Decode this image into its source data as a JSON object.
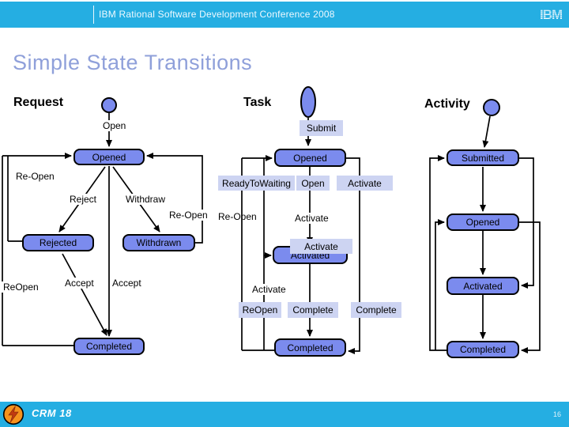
{
  "header": {
    "title": "IBM Rational Software Development Conference 2008",
    "logo": "IBM"
  },
  "slide_title": "Simple State Transitions",
  "footer": {
    "brand": "CRM 18",
    "page": "16"
  },
  "colors": {
    "bar_cyan": "#25AEE2",
    "state_fill": "#7B8BEE",
    "label_lavender": "#CDD4F2",
    "title_text": "#8FA0DA",
    "badge_orange": "#F5921E",
    "badge_bolt": "#C03A10"
  },
  "diagrams": {
    "request": {
      "label": "Request",
      "states": {
        "opened": "Opened",
        "rejected": "Rejected",
        "withdrawn": "Withdrawn",
        "completed": "Completed"
      },
      "transitions": {
        "open": "Open",
        "reopen_left": "Re-Open",
        "reject": "Reject",
        "withdraw": "Withdraw",
        "reopen_right": "Re-Open",
        "reopen_far": "ReOpen",
        "accept1": "Accept",
        "accept2": "Accept"
      }
    },
    "task": {
      "label": "Task",
      "states": {
        "opened": "Opened",
        "activated": "Activated",
        "completed": "Completed"
      },
      "transitions": {
        "submit": "Submit",
        "readytowaiting": "ReadyToWaiting",
        "open": "Open",
        "activate_top": "Activate",
        "reopen_left": "Re-Open",
        "activate_mid": "Activate",
        "activate_box": "Activate",
        "activate_low": "Activate",
        "reopen_bottom": "ReOpen",
        "complete1": "Complete",
        "complete2": "Complete"
      }
    },
    "activity": {
      "label": "Activity",
      "states": {
        "submitted": "Submitted",
        "opened": "Opened",
        "activated": "Activated",
        "completed": "Completed"
      }
    }
  }
}
